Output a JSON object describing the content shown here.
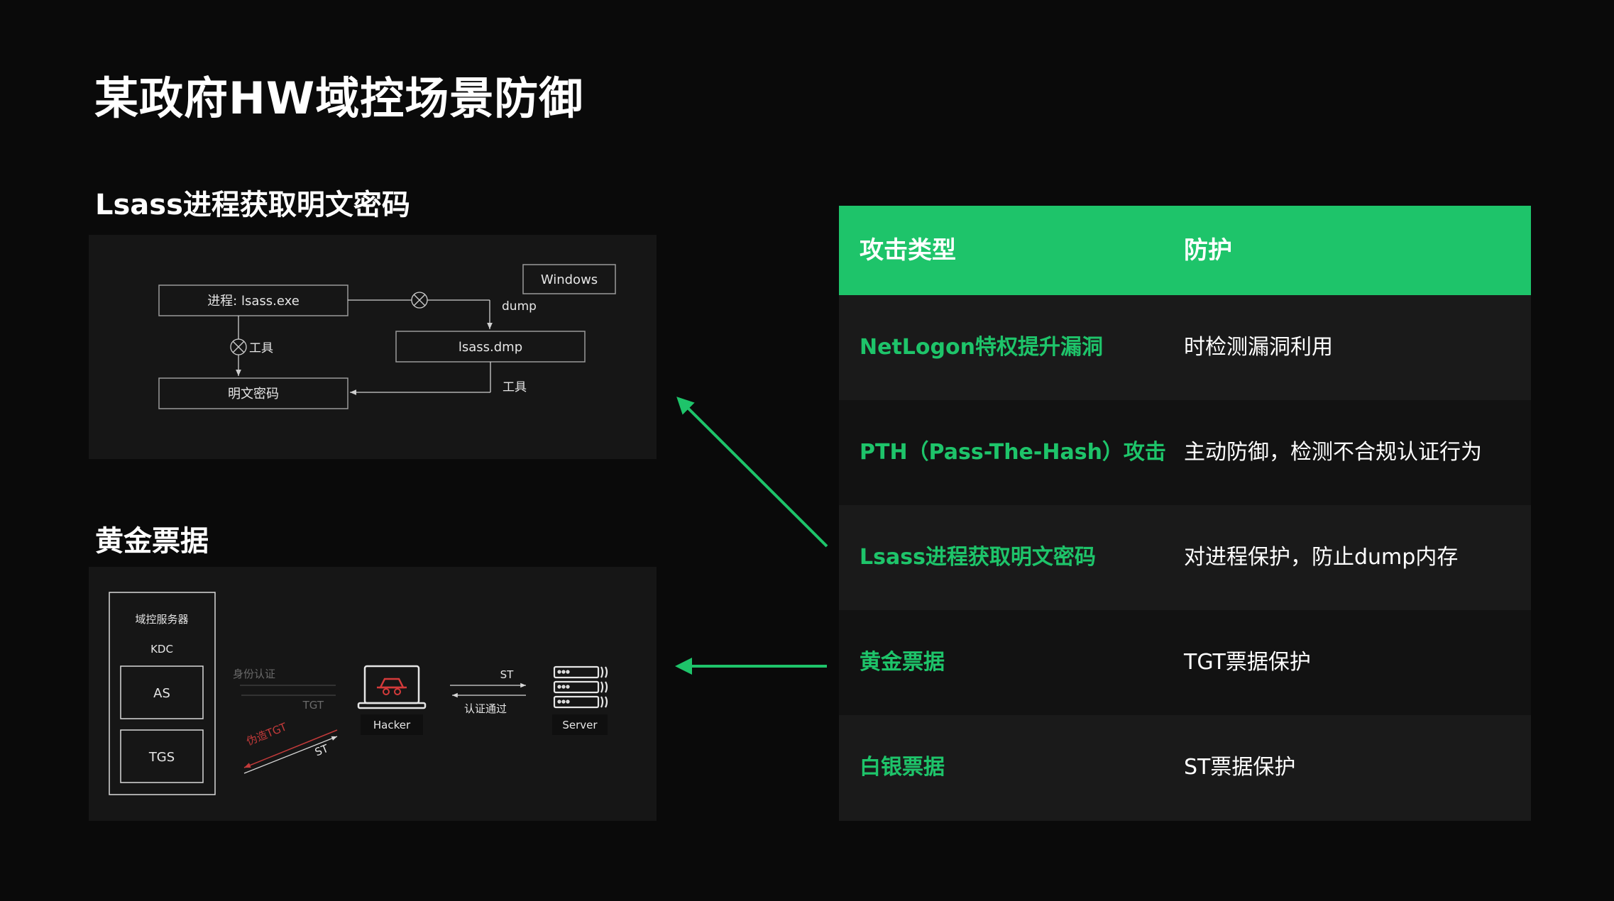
{
  "title": "某政府HW域控场景防御",
  "section1": {
    "heading": "Lsass进程获取明文密码",
    "diagram": {
      "process_box": "进程: lsass.exe",
      "windows_box": "Windows",
      "dump_label": "dump",
      "dmp_box": "lsass.dmp",
      "tool_label_left": "工具",
      "tool_label_right": "工具",
      "plaintext_box": "明文密码"
    }
  },
  "section2": {
    "heading": "黄金票据",
    "diagram": {
      "dc_label": "域控服务器",
      "kdc_label": "KDC",
      "as_label": "AS",
      "tgs_label": "TGS",
      "auth_label": "身份认证",
      "tgt_label": "TGT",
      "forge_label": "伪造TGT",
      "st_label_left": "ST",
      "hacker_label": "Hacker",
      "st_label_right": "ST",
      "pass_label": "认证通过",
      "server_label": "Server"
    }
  },
  "table": {
    "header": {
      "col1": "攻击类型",
      "col2": "防护"
    },
    "rows": [
      {
        "attack": "NetLogon特权提升漏洞",
        "defense": "时检测漏洞利用"
      },
      {
        "attack": "PTH（Pass-The-Hash）攻击",
        "defense": "主动防御，检测不合规认证行为"
      },
      {
        "attack": "Lsass进程获取明文密码",
        "defense": "对进程保护，防止dump内存"
      },
      {
        "attack": "黄金票据",
        "defense": "TGT票据保护"
      },
      {
        "attack": "白银票据",
        "defense": "ST票据保护"
      }
    ]
  },
  "colors": {
    "accent": "#1ec46a",
    "background": "#0a0a0a",
    "panel": "#161616",
    "row_dark": "#1a1a1a",
    "row_light": "#222222",
    "forge_red": "#c23a3a"
  }
}
